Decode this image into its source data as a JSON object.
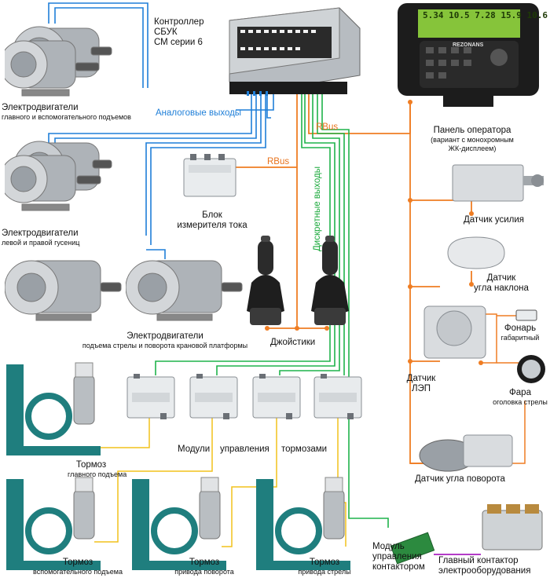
{
  "colors": {
    "analog": "#1f7fd8",
    "rbus": "#ef7d23",
    "discrete": "#1fb34b",
    "brake_wire": "#f2c21b",
    "contactor_wire": "#b43cc8",
    "lcd": "#86c43a"
  },
  "controller": {
    "title_lines": [
      "Контроллер",
      "СБУК",
      "СМ серии 6"
    ]
  },
  "bus_labels": {
    "analog": "Аналоговые выходы",
    "rbus_top": "RBus",
    "rbus_left": "RBus",
    "discrete": "Дискретные выходы"
  },
  "motors": [
    {
      "title": "Электродвигатели",
      "subtitle": "главного и вспомогательного подъемов"
    },
    {
      "title": "Электродвигатели",
      "subtitle": "левой и правой гусениц"
    },
    {
      "title": "Электродвигатели",
      "subtitle": "подъема стрелы и поворота крановой платформы"
    }
  ],
  "current_meter": {
    "line1": "Блок",
    "line2": "измерителя тока"
  },
  "joysticks": {
    "label": "Джойстики"
  },
  "brake_modules": {
    "w1": "Модули",
    "w2": "управления",
    "w3": "тормозами"
  },
  "brakes": [
    {
      "title": "Тормоз",
      "subtitle": "главного подъема"
    },
    {
      "title": "Тормоз",
      "subtitle": "вспомогательного подъема"
    },
    {
      "title": "Тормоз",
      "subtitle": "привода поворота"
    },
    {
      "title": "Тормоз",
      "subtitle": "привода стрелы"
    }
  ],
  "operator_panel": {
    "title": "Панель оператора",
    "sub1": "(вариант с монохромным",
    "sub2": "ЖК-дисплеем)",
    "brand": "REZONANS",
    "lcd_values": [
      "5.34",
      "10.5",
      "7.28",
      "15.9",
      "10.6"
    ]
  },
  "sensors": {
    "force": "Датчик усилия",
    "tilt_line1": "Датчик",
    "tilt_line2": "угла наклона",
    "power_line_line1": "Датчик",
    "power_line_line2": "ЛЭП",
    "rotation": "Датчик угла поворота"
  },
  "lights": {
    "lantern_title": "Фонарь",
    "lantern_sub": "габаритный",
    "headlight_title": "Фара",
    "headlight_sub": "оголовка стрелы"
  },
  "contactor_module": {
    "line1": "Модуль",
    "line2": "управления",
    "line3": "контактором"
  },
  "main_contactor": {
    "line1": "Главный контактор",
    "line2": "электрооборудования"
  }
}
